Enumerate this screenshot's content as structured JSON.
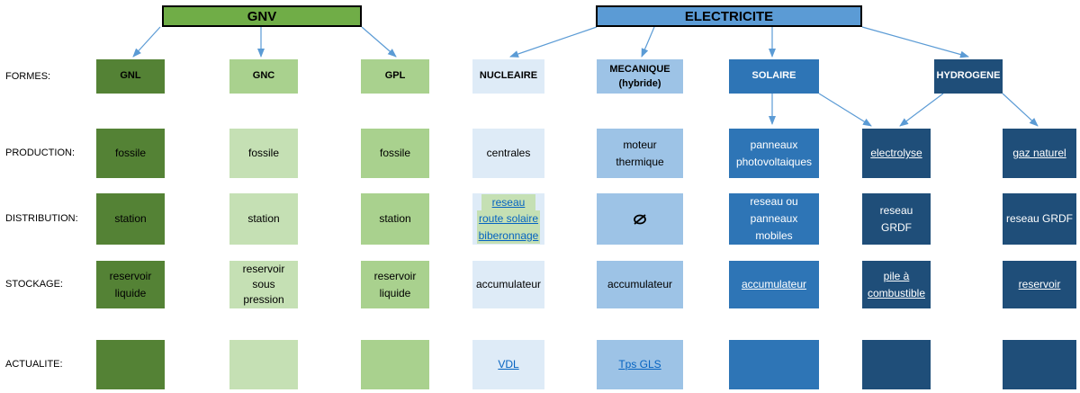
{
  "headers": {
    "gnv": "GNV",
    "electricite": "ELECTRICITE"
  },
  "row_labels": {
    "formes": "FORMES:",
    "production": "PRODUCTION:",
    "distribution": "DISTRIBUTION:",
    "stockage": "STOCKAGE:",
    "actualite": "ACTUALITE:"
  },
  "colors": {
    "gnv_header": "#70ad47",
    "elec_header": "#5b9bd5",
    "gnl": "#548235",
    "gnc": "#c5e0b4",
    "gpl": "#a9d18e",
    "nucleaire": "#deebf7",
    "mecanique": "#9dc3e6",
    "solaire": "#2e75b6",
    "hydrogene": "#1f4e79",
    "arrow": "#5b9bd5"
  },
  "formes": {
    "gnl": "GNL",
    "gnc": "GNC",
    "gpl": "GPL",
    "nucleaire": "NUCLEAIRE",
    "mecanique_1": "MECANIQUE",
    "mecanique_2": "(hybride)",
    "solaire": "SOLAIRE",
    "hydrogene": "HYDROGENE"
  },
  "production": {
    "gnl": "fossile",
    "gnc": "fossile",
    "gpl": "fossile",
    "nucleaire": "centrales",
    "mecanique_1": "moteur",
    "mecanique_2": "thermique",
    "solaire_1": "panneaux",
    "solaire_2": "photovoltaiques",
    "electrolyse": "electrolyse",
    "gaz_naturel": "gaz naturel"
  },
  "distribution": {
    "gnl": "station",
    "gnc": "station",
    "gpl": "station",
    "nucleaire_1": "reseau",
    "nucleaire_2": "route solaire",
    "nucleaire_3": "biberonnage",
    "mecanique_icon": "empty-set-icon",
    "solaire_1": "reseau ou",
    "solaire_2": "panneaux",
    "solaire_3": "mobiles",
    "electrolyse": "reseau GRDF",
    "gaz_naturel": "reseau GRDF"
  },
  "stockage": {
    "gnl_1": "reservoir",
    "gnl_2": "liquide",
    "gnc_1": "reservoir",
    "gnc_2": "sous",
    "gnc_3": "pression",
    "gpl_1": "reservoir",
    "gpl_2": "liquide",
    "nucleaire": "accumulateur",
    "mecanique": "accumulateur",
    "solaire": "accumulateur",
    "electrolyse_1": "pile à",
    "electrolyse_2": "combustible",
    "gaz_naturel": "reservoir"
  },
  "actualite": {
    "nucleaire": "VDL",
    "mecanique": "Tps GLS"
  }
}
